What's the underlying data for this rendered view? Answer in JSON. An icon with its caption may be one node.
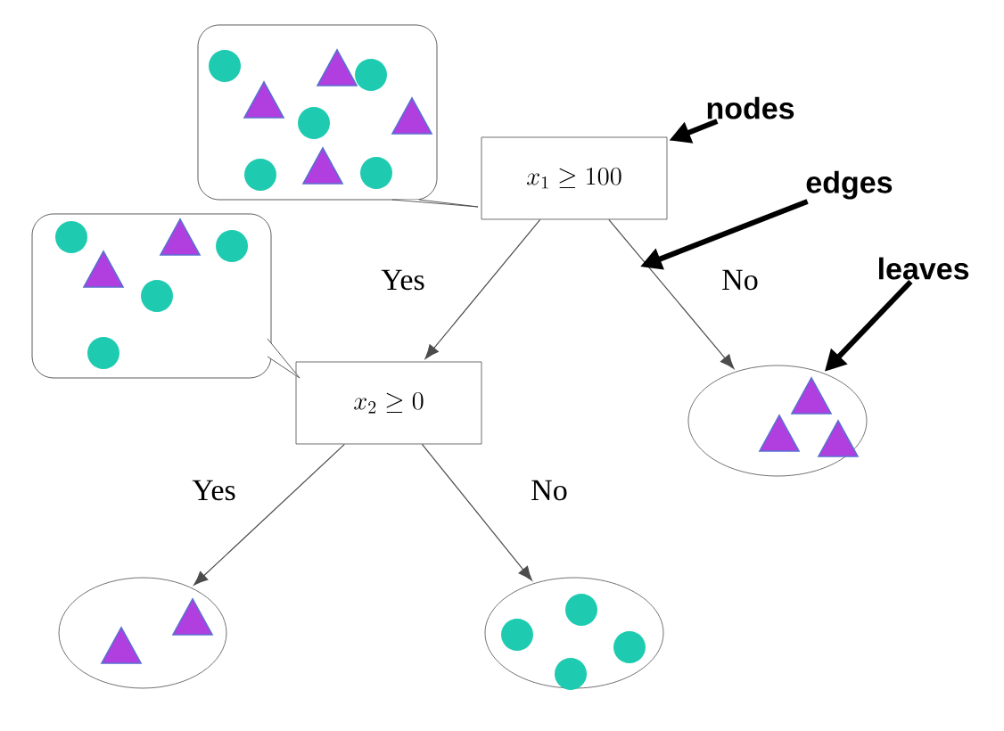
{
  "diagram": {
    "nodes": [
      {
        "text": [
          "x_1 \\geq 100"
        ]
      },
      {
        "text": [
          "x_2 \\geq 0"
        ]
      },
      {
        "text": [],
        "shape": "ellipse"
      },
      {
        "text": [],
        "shape": "ellipse"
      },
      {
        "text": [],
        "shape": "ellipse"
      },
      {
        "text": [],
        "shape": "callout"
      },
      {
        "text": [],
        "shape": "callout"
      },
      {
        "text": [
          "nodes"
        ]
      },
      {
        "text": [
          "edges"
        ]
      },
      {
        "text": [
          "leaves"
        ]
      }
    ],
    "edges": [
      {
        "from": 0,
        "to": 1,
        "arrow": "to",
        "label": "Yes"
      },
      {
        "from": 0,
        "to": 2,
        "arrow": "to",
        "label": "No"
      },
      {
        "from": 1,
        "to": 3,
        "arrow": "to",
        "label": "Yes"
      },
      {
        "from": 1,
        "to": 4,
        "arrow": "to",
        "label": "No"
      },
      {
        "from": 7,
        "to": 0,
        "arrow": "to",
        "style": "thick"
      },
      {
        "from": 8,
        "to": null,
        "arrow": "to",
        "style": "thick"
      },
      {
        "from": 9,
        "to": 2,
        "arrow": "to",
        "style": "thick"
      }
    ]
  }
}
